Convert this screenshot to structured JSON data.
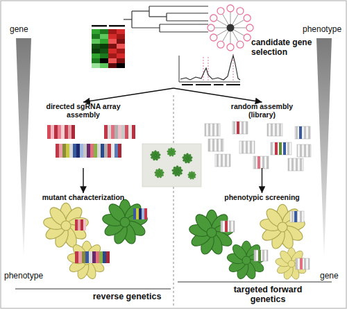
{
  "diagram": {
    "nodes": [
      {
        "text": [
          "candidate gene selection"
        ]
      },
      {
        "text": [
          "directed sgRNA array assembly"
        ]
      },
      {
        "text": [
          "mutant characterization"
        ]
      },
      {
        "text": [
          "random assembly (library)"
        ]
      },
      {
        "text": [
          "phenotypic screening"
        ]
      }
    ],
    "edges": [
      {
        "from": 0,
        "to": 1,
        "arrow": "to"
      },
      {
        "from": 0,
        "to": 3,
        "arrow": "to"
      },
      {
        "from": 1,
        "to": 2,
        "arrow": "to"
      },
      {
        "from": 3,
        "to": 4,
        "arrow": "to"
      }
    ],
    "labels": [
      "gene",
      "phenotype",
      "phenotype",
      "reverse genetics",
      "targeted forward genetics",
      "gene"
    ]
  }
}
